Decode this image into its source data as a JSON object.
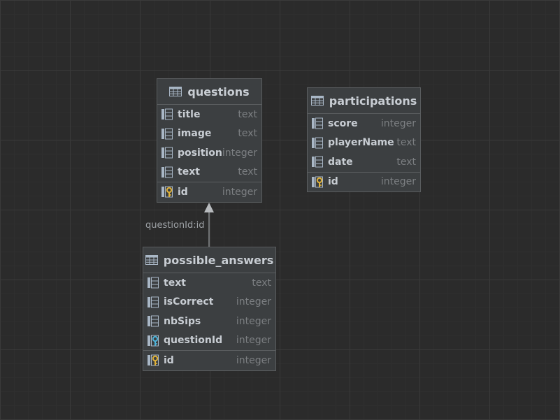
{
  "diagram": {
    "tables": [
      {
        "name": "questions",
        "columns": [
          {
            "name": "title",
            "type": "text",
            "icon": "column-icon"
          },
          {
            "name": "image",
            "type": "text",
            "icon": "column-icon"
          },
          {
            "name": "position",
            "type": "integer",
            "icon": "column-icon"
          },
          {
            "name": "text",
            "type": "text",
            "icon": "column-icon"
          }
        ],
        "primary_key": {
          "name": "id",
          "type": "integer",
          "icon": "primary-key-icon"
        }
      },
      {
        "name": "participations",
        "columns": [
          {
            "name": "score",
            "type": "integer",
            "icon": "column-icon"
          },
          {
            "name": "playerName",
            "type": "text",
            "icon": "column-icon"
          },
          {
            "name": "date",
            "type": "text",
            "icon": "column-icon"
          }
        ],
        "primary_key": {
          "name": "id",
          "type": "integer",
          "icon": "primary-key-icon"
        }
      },
      {
        "name": "possible_answers",
        "columns": [
          {
            "name": "text",
            "type": "text",
            "icon": "column-icon"
          },
          {
            "name": "isCorrect",
            "type": "integer",
            "icon": "column-icon"
          },
          {
            "name": "nbSips",
            "type": "integer",
            "icon": "column-icon"
          },
          {
            "name": "questionId",
            "type": "integer",
            "icon": "foreign-key-icon"
          }
        ],
        "primary_key": {
          "name": "id",
          "type": "integer",
          "icon": "primary-key-icon"
        }
      }
    ],
    "relations": [
      {
        "from": "possible_answers",
        "to": "questions",
        "label": "questionId:id"
      }
    ],
    "colors": {
      "background": "#2b2b2b",
      "table_bg": "#3c3f41",
      "border": "#5a5d5f",
      "text": "#c8cdd3",
      "type_text": "#7c7f82",
      "pk_key": "#e0b23a",
      "fk_key": "#4fb3d9"
    }
  }
}
